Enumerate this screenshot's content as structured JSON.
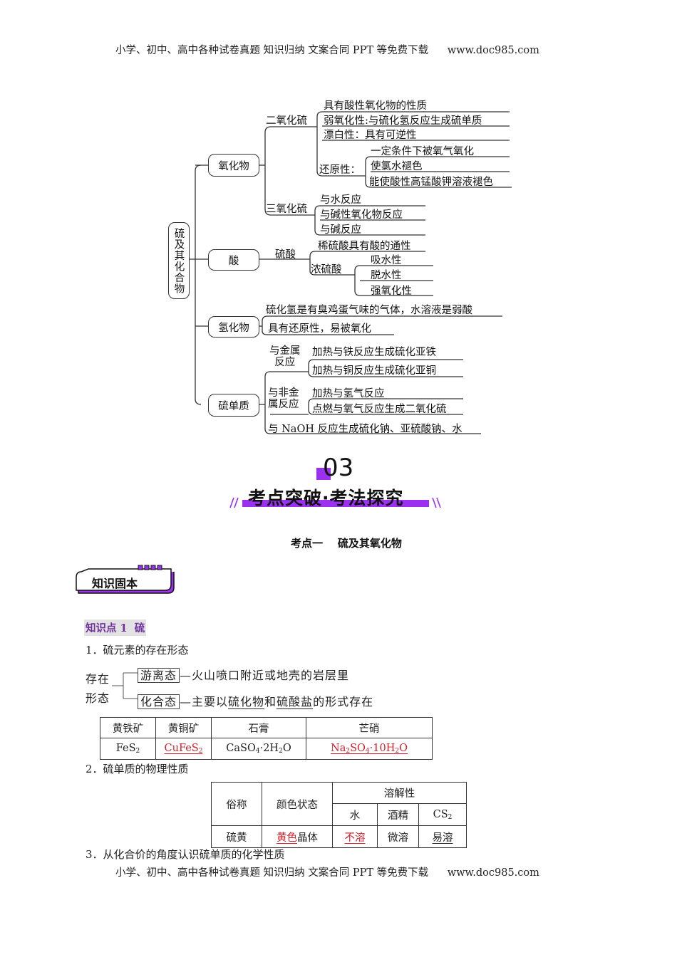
{
  "header": {
    "text": "小学、初中、高中各种试卷真题  知识归纳  文案合同  PPT 等免费下载",
    "url": "www.doc985.com"
  },
  "footer": {
    "text": "小学、初中、高中各种试卷真题  知识归纳  文案合同  PPT 等免费下载",
    "url": "www.doc985.com"
  },
  "mindmap": {
    "root": "硫及其化合物",
    "oxide": {
      "label": "氧化物",
      "so2": {
        "label": "二氧化硫",
        "items": [
          "具有酸性氧化物的性质",
          "弱氧化性:与硫化氢反应生成硫单质",
          "漂白性：具有可逆性"
        ],
        "reducing": {
          "label": "还原性：",
          "items": [
            "一定条件下被氧气氧化",
            "使氯水褪色",
            "能使酸性高锰酸钾溶液褪色"
          ]
        }
      },
      "so3": {
        "label": "三氧化硫",
        "items": [
          "与水反应",
          "与碱性氧化物反应",
          "与碱反应"
        ]
      }
    },
    "acid": {
      "label": "酸",
      "h2so4": "硫酸",
      "dilute": "稀硫酸具有酸的通性",
      "conc": {
        "label": "浓硫酸",
        "items": [
          "吸水性",
          "脱水性",
          "强氧化性"
        ]
      }
    },
    "hydride": {
      "label": "氢化物",
      "items": [
        "硫化氢是有臭鸡蛋气味的气体，水溶液是弱酸",
        "具有还原性，易被氧化"
      ]
    },
    "sulfur": {
      "label": "硫单质",
      "metal": {
        "label_line1": "与金属",
        "label_line2": "反应",
        "items": [
          "加热与铁反应生成硫化亚铁",
          "加热与铜反应生成硫化亚铜"
        ]
      },
      "nonmetal": {
        "label_line1": "与非金",
        "label_line2": "属反应",
        "items": [
          "加热与氢气反应",
          "点燃与氧气反应生成二氧化硫"
        ]
      },
      "naoh": "与 NaOH 反应生成硫化钠、亚硫酸钠、水"
    }
  },
  "section": {
    "number": "03",
    "title": "考点突破·考法探究",
    "accent": "#9b30f0",
    "subtitle": "考点一    硫及其氧化物",
    "tag": "知识固本"
  },
  "knowledge": {
    "point_label": "知识点 1  硫",
    "item1": "1．硫元素的存在形态",
    "exist": {
      "label_line1": "存在",
      "label_line2": "形态",
      "free": {
        "state": "游离态",
        "desc": "—火山喷口附近或地壳的岩层里"
      },
      "combined": {
        "state": "化合态",
        "desc_prefix": "—主要以",
        "u1": "硫化物",
        "mid": "和",
        "u2": "硫酸盐",
        "suffix": "的形式存在"
      }
    },
    "minerals": {
      "headers": [
        "黄铁矿",
        "黄铜矿",
        "石膏",
        "芒硝"
      ],
      "formulas": [
        "FeS2",
        "CuFeS2",
        "CaSO4·2H2O",
        "Na2SO4·10H2O"
      ]
    },
    "item2": "2．硫单质的物理性质",
    "physical": {
      "h_name": "俗称",
      "h_color": "颜色状态",
      "h_solubility": "溶解性",
      "h_water": "水",
      "h_alcohol": "酒精",
      "h_cs2": "CS2",
      "name": "硫黄",
      "color_red": "黄色",
      "color_rest": "晶体",
      "water": "不溶",
      "alcohol": "微溶",
      "cs2": "易溶"
    },
    "item3": "3．从化合价的角度认识硫单质的化学性质"
  }
}
